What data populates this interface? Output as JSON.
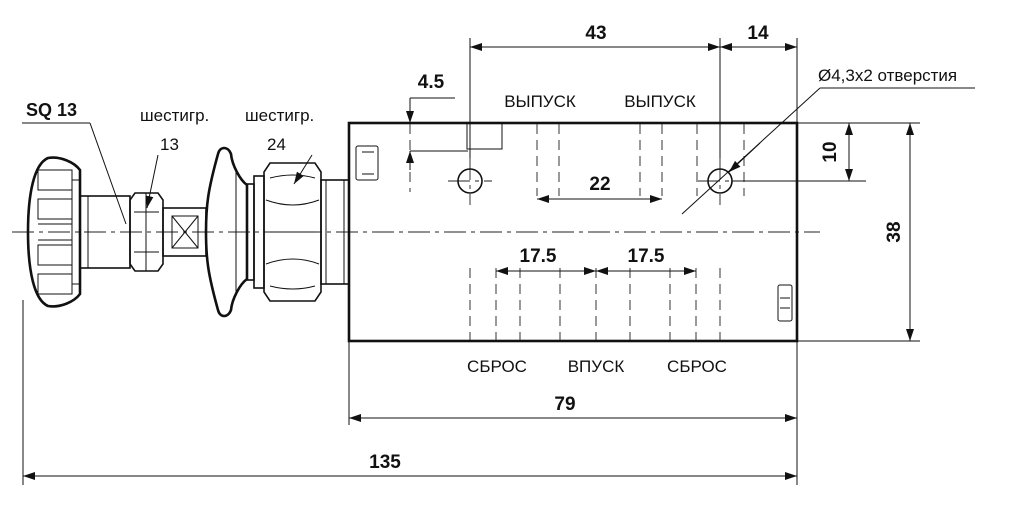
{
  "knob_label": "SQ 13",
  "hex_small": {
    "line1": "шестигр.",
    "line2": "13"
  },
  "hex_large": {
    "line1": "шестигр.",
    "line2": "24"
  },
  "hole_note": "Ø4,3x2 отверстия",
  "ports": {
    "exhaust_left": "ВЫПУСК",
    "exhaust_right": "ВЫПУСК",
    "reset_left": "СБРОС",
    "inlet": "ВПУСК",
    "reset_right": "СБРОС"
  },
  "dimensions": {
    "d43": "43",
    "d14": "14",
    "d4_5": "4.5",
    "d10": "10",
    "d22": "22",
    "d38": "38",
    "d17_5_left": "17.5",
    "d17_5_right": "17.5",
    "d79": "79",
    "d135": "135"
  }
}
